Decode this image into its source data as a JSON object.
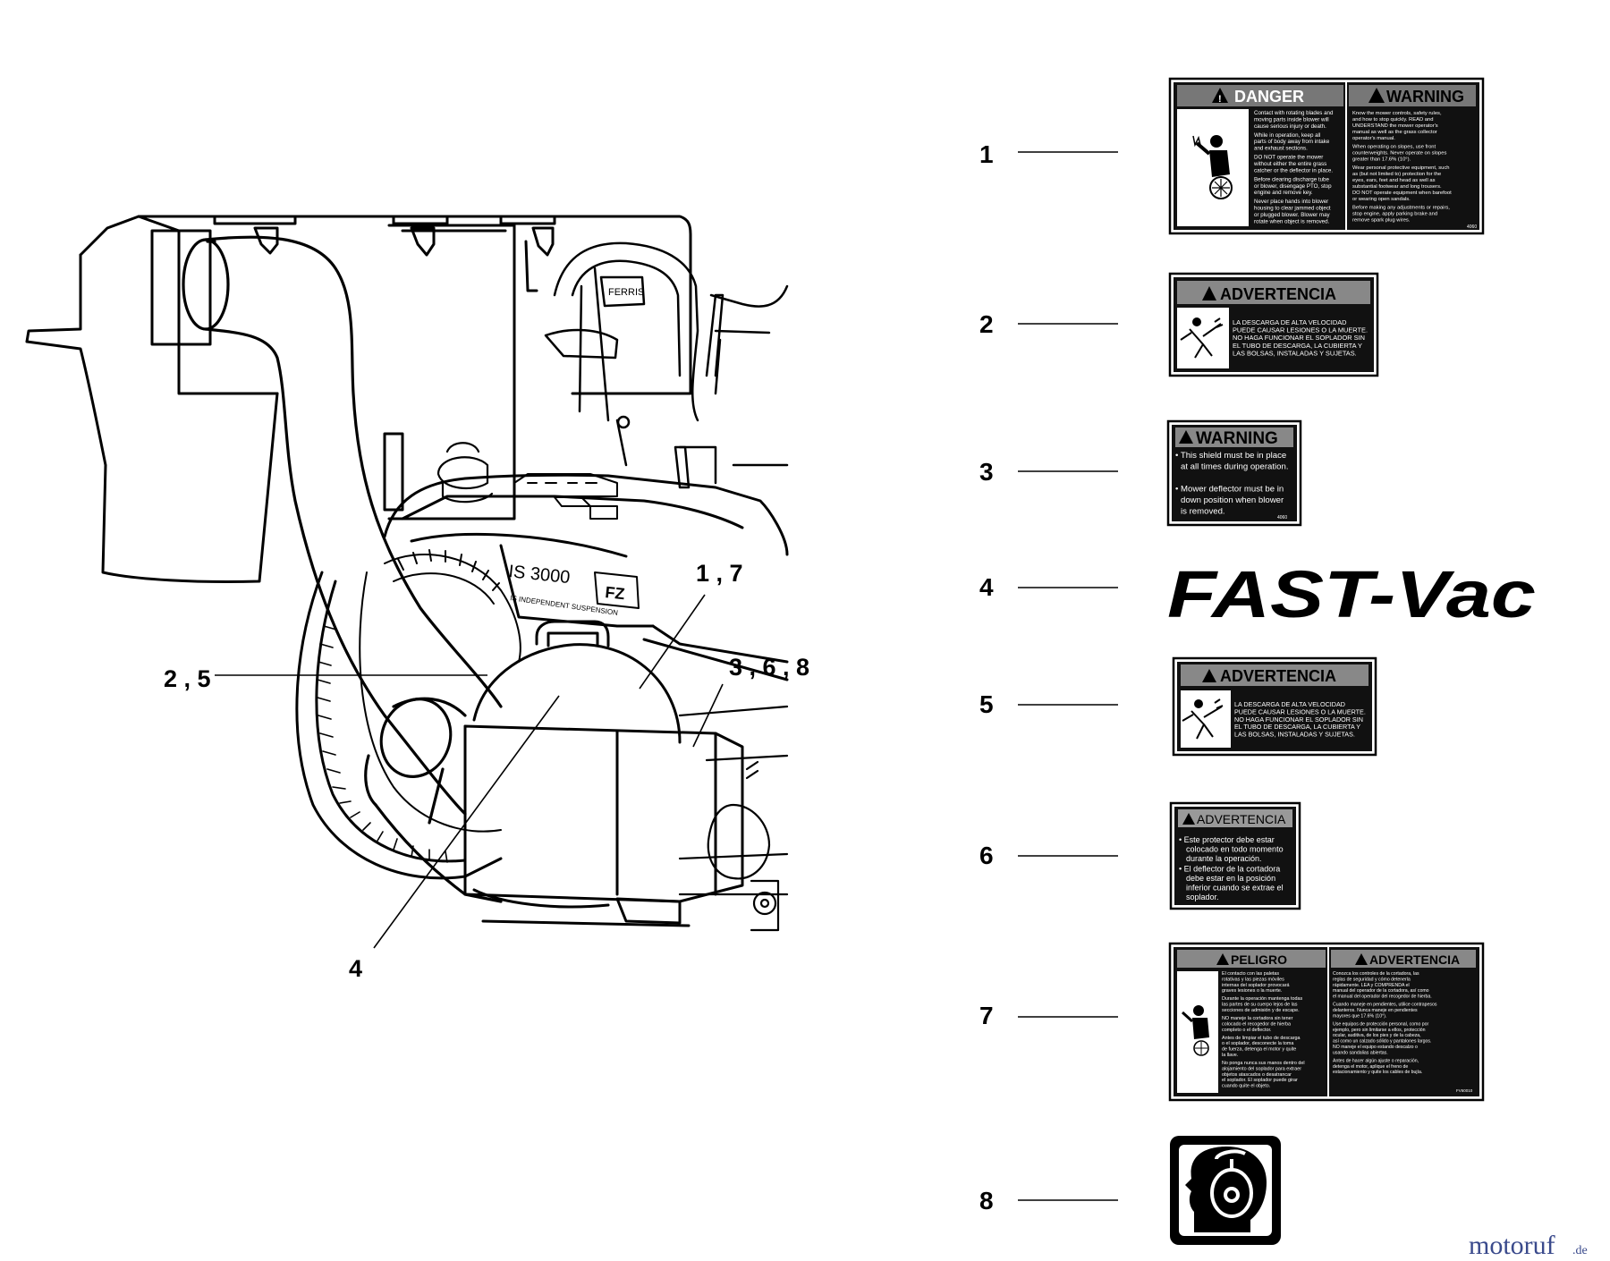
{
  "callouts": {
    "c17": "1 , 7",
    "c25": "2 , 5",
    "c368": "3 , 6 , 8",
    "c4": "4"
  },
  "machine": {
    "seat_brand": "FERRIS",
    "hood_model": "IS 3000",
    "hood_badge": "FZ",
    "hood_sub": "IS INDEPENDENT SUSPENSION"
  },
  "decals": {
    "d1": {
      "number": "1",
      "left_header": "DANGER",
      "right_header": "WARNING",
      "left_lines": [
        "Contact with rotating blades and",
        "moving parts inside blower will",
        "cause serious injury or death.",
        "While in operation, keep all",
        "parts of body away from intake",
        "and exhaust sections.",
        "DO NOT operate the mower",
        "without either the entire grass",
        "catcher or the deflector in place.",
        "Before clearing discharge tube",
        "or blower, disengage PTO, stop",
        "engine and remove key.",
        "Never place hands into blower",
        "housing to clear jammed object",
        "or plugged blower. Blower may",
        "rotate when object is removed."
      ],
      "right_lines": [
        "Know the mower controls, safety rules,",
        "and how to stop quickly. READ and",
        "UNDERSTAND the mower operator's",
        "manual as well as the grass collector",
        "operator's manual.",
        "When operating on slopes, use front",
        "counterweights. Never operate on slopes",
        "greater than 17.6% (10°).",
        "Wear personal protective equipment, such",
        "as (but not limited to) protection for the",
        "eyes, ears, feet and head as well as",
        "substantial footwear and long trousers.",
        "DO NOT operate equipment when barefoot",
        "or wearing open sandals.",
        "Before making any adjustments or repairs,",
        "stop engine, apply parking brake and",
        "remove spark plug wires."
      ],
      "code": "4060"
    },
    "d2": {
      "number": "2",
      "header": "ADVERTENCIA",
      "lines": [
        "LA DESCARGA DE ALTA VELOCIDAD",
        "PUEDE CAUSAR LESIONES O LA MUERTE.",
        "NO HAGA FUNCIONAR EL SOPLADOR SIN",
        "EL TUBO DE DESCARGA, LA CUBIERTA Y",
        "LAS BOLSAS, INSTALADAS Y SUJETAS."
      ]
    },
    "d3": {
      "number": "3",
      "header": "WARNING",
      "lines": [
        "• This shield must be in place",
        "at all times during operation.",
        "• Mower deflector must be in",
        "down position when blower",
        "is removed."
      ],
      "code": "4060"
    },
    "d4": {
      "number": "4",
      "text": "FAST-Vac"
    },
    "d5": {
      "number": "5",
      "header": "ADVERTENCIA",
      "lines": [
        "LA DESCARGA DE ALTA VELOCIDAD",
        "PUEDE CAUSAR LESIONES O LA MUERTE.",
        "NO HAGA FUNCIONAR EL SOPLADOR SIN",
        "EL TUBO DE DESCARGA, LA CUBIERTA Y",
        "LAS BOLSAS, INSTALADAS Y SUJETAS."
      ]
    },
    "d6": {
      "number": "6",
      "header": "ADVERTENCIA",
      "lines": [
        "• Este protector debe estar",
        "colocado en todo momento",
        "durante la operación.",
        "• El deflector de la cortadora",
        "debe estar en la posición",
        "inferior cuando se extrae el",
        "soplador."
      ]
    },
    "d7": {
      "number": "7",
      "left_header": "PELIGRO",
      "right_header": "ADVERTENCIA",
      "left_lines": [
        "El contacto con las paletas",
        "rotativas y las piezas móviles",
        "internas del soplador provocará",
        "graves lesiones o la muerte.",
        "Durante la operación mantenga todas",
        "las partes de su cuerpo lejos de las",
        "secciones de admisión y de escape.",
        "NO maneje la cortadora sin tener",
        "colocado el recogedor de hierba",
        "completo o el deflector.",
        "Antes de limpiar el tubo de descarga",
        "o el soplador, desconecte la toma",
        "de fuerza, detenga el motor y quite",
        "la llave.",
        "No ponga nunca sus manos dentro del",
        "alojamiento del soplador para extraer",
        "objetos atascados o desatrancar",
        "el soplador. El soplador puede girar",
        "cuando quite el objeto."
      ],
      "right_lines": [
        "Conozca los controles de la cortadora, las",
        "reglas de seguridad y cómo detenerla",
        "rápidamente. LEA y COMPRENDA el",
        "manual del operador de la cortadora, así como",
        "el manual del operador del recogedor de hierba.",
        "Cuando maneje en pendientes, utilice contrapesos",
        "delanteros. Nunca maneje en pendientes",
        "mayores que 17.6% (10°).",
        "Use equipos de protección personal, como por",
        "ejemplo, pero sin limitarse a ellos, protección",
        "ocular, auditiva, de los pies y de la cabeza,",
        "así como un calzado sólido y pantalones largos.",
        "NO maneje el equipo estando descalzo o",
        "usando sandalias abiertas.",
        "Antes de hacer algún ajuste o reparación,",
        "detenga el motor, aplique el freno de",
        "estacionamiento y quite los cables de bujía."
      ],
      "code": "FV60010"
    },
    "d8": {
      "number": "8"
    }
  },
  "watermark": {
    "brand": "motoruf",
    "tld": ".de"
  }
}
